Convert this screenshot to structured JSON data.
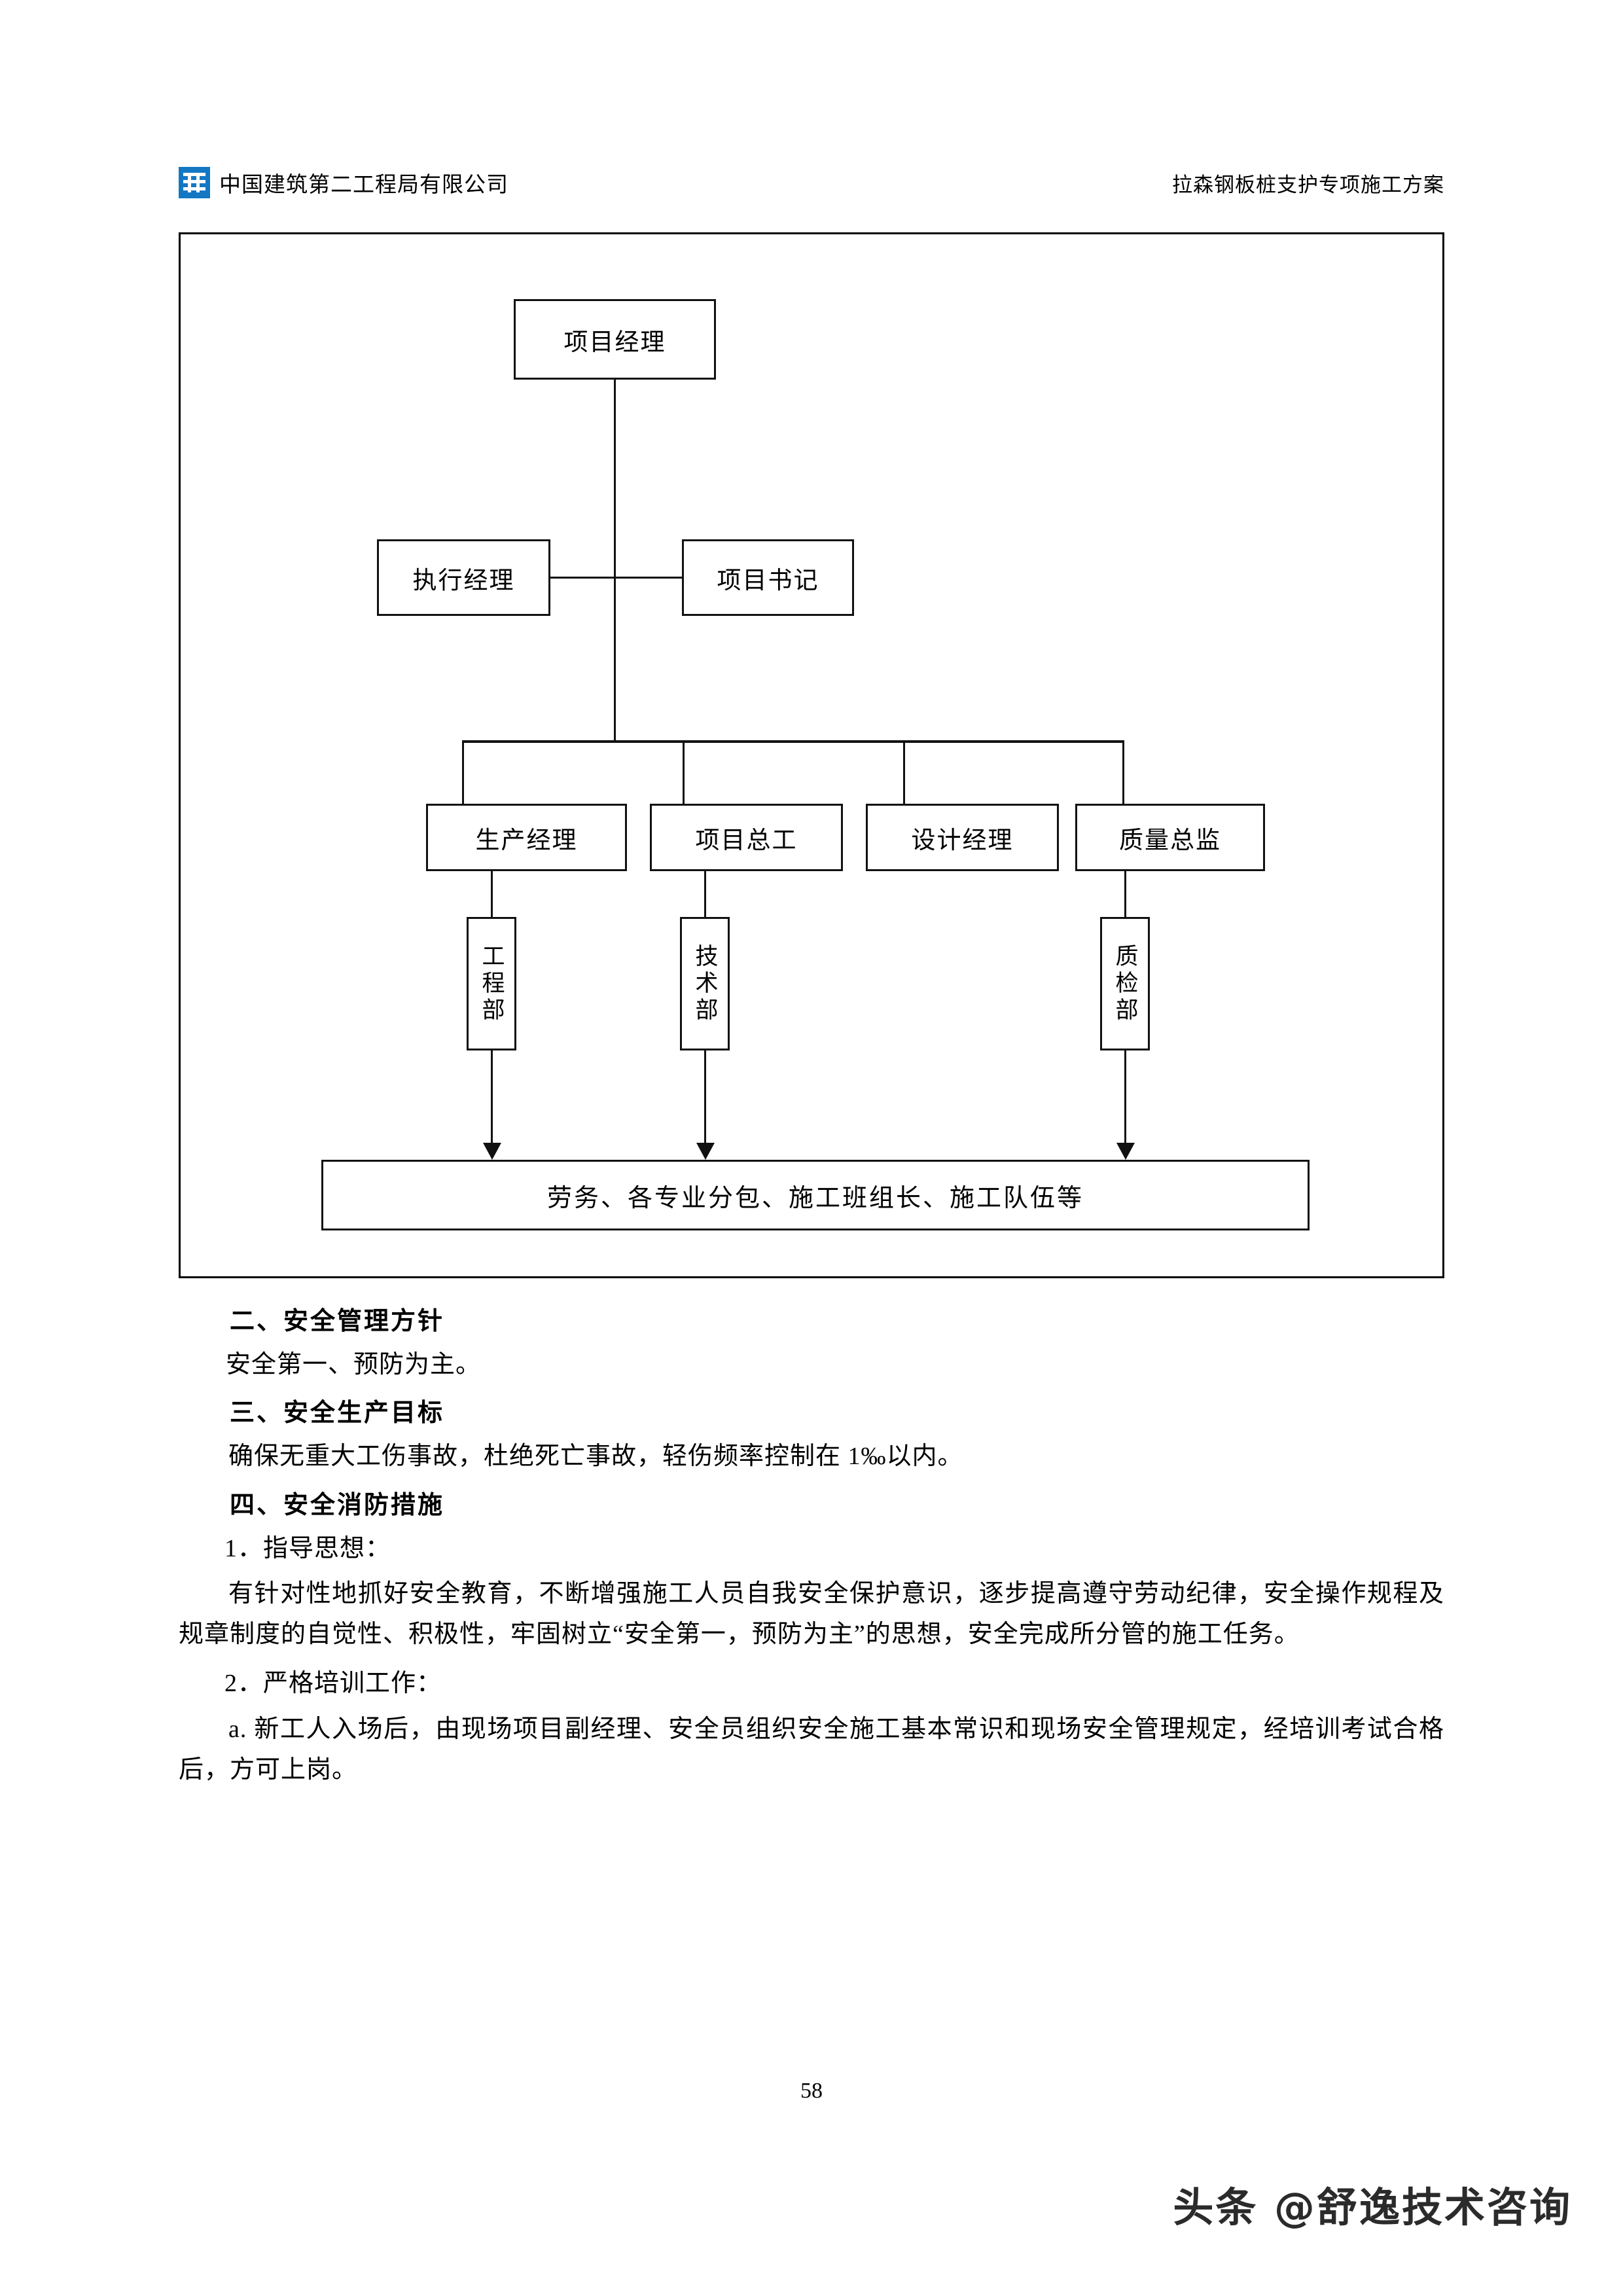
{
  "header": {
    "logo_icon": "csceg-logo-icon",
    "company": "中国建筑第二工程局有限公司",
    "doc_title": "拉森钢板桩支护专项施工方案"
  },
  "org_chart": {
    "level1": [
      {
        "label": "项目经理"
      }
    ],
    "level2": [
      {
        "label": "执行经理"
      },
      {
        "label": "项目书记"
      }
    ],
    "level3": [
      {
        "label": "生产经理"
      },
      {
        "label": "项目总工"
      },
      {
        "label": "设计经理"
      },
      {
        "label": "质量总监"
      }
    ],
    "level4": [
      {
        "label": "工程部"
      },
      {
        "label": "技术部"
      },
      {
        "label": "质检部"
      }
    ],
    "bottom_bar": {
      "label": "劳务、各专业分包、施工班组长、施工队伍等"
    }
  },
  "content": {
    "heading_2": "二、安全管理方针",
    "para_policy": "安全第一、预防为主。",
    "heading_3": "三、安全生产目标",
    "para_goal": "确保无重大工伤事故，杜绝死亡事故，轻伤频率控制在 1‰以内。",
    "heading_4": "四、安全消防措施",
    "item_1_title": "1．指导思想：",
    "item_1_body": "有针对性地抓好安全教育，不断增强施工人员自我安全保护意识，逐步提高遵守劳动纪律，安全操作规程及规章制度的自觉性、积极性，牢固树立“安全第一，预防为主”的思想，安全完成所分管的施工任务。",
    "item_2_title": "2．严格培训工作：",
    "item_2_body": "a. 新工人入场后，由现场项目副经理、安全员组织安全施工基本常识和现场安全管理规定，经培训考试合格后，方可上岗。"
  },
  "footer": {
    "page_number": "58",
    "watermark": "头条 @舒逸技术咨询"
  }
}
